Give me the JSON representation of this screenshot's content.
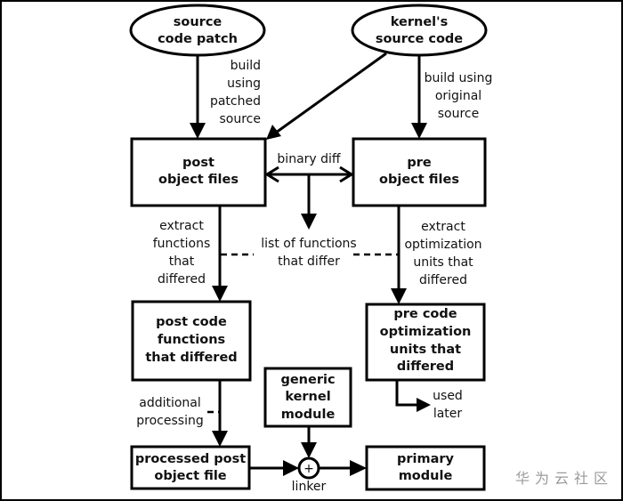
{
  "diagram": {
    "nodes": {
      "source_patch": {
        "shape": "ellipse",
        "lines": [
          "source",
          "code patch"
        ]
      },
      "kernel_source": {
        "shape": "ellipse",
        "lines": [
          "kernel's",
          "source code"
        ]
      },
      "post_objects": {
        "shape": "box",
        "lines": [
          "post",
          "object files"
        ]
      },
      "pre_objects": {
        "shape": "box",
        "lines": [
          "pre",
          "object files"
        ]
      },
      "post_functions": {
        "shape": "box",
        "lines": [
          "post code",
          "functions",
          "that differed"
        ]
      },
      "pre_units": {
        "shape": "box",
        "lines": [
          "pre code",
          "optimization",
          "units that",
          "differed"
        ]
      },
      "generic_module": {
        "shape": "box",
        "lines": [
          "generic",
          "kernel",
          "module"
        ]
      },
      "processed_post": {
        "shape": "box",
        "lines": [
          "processed post",
          "object file"
        ]
      },
      "primary_module": {
        "shape": "box",
        "lines": [
          "primary",
          "module"
        ]
      },
      "linker": {
        "shape": "circle",
        "symbol": "+",
        "label": "linker"
      }
    },
    "edge_labels": {
      "build_patched": [
        "build",
        "using",
        "patched",
        "source"
      ],
      "build_original": [
        "build using",
        "original",
        "source"
      ],
      "binary_diff": "binary diff",
      "list_of_functions": [
        "list of functions",
        "that differ"
      ],
      "extract_functions": [
        "extract",
        "functions",
        "that",
        "differed"
      ],
      "extract_units": [
        "extract",
        "optimization",
        "units that",
        "differed"
      ],
      "additional_processing": [
        "additional",
        "processing"
      ],
      "used_later": [
        "used",
        "later"
      ]
    },
    "edges": [
      {
        "from": "source_patch",
        "to": "post_objects",
        "label": "build_patched"
      },
      {
        "from": "kernel_source",
        "to": "post_objects"
      },
      {
        "from": "kernel_source",
        "to": "pre_objects",
        "label": "build_original"
      },
      {
        "from": "post_objects",
        "to": "pre_objects",
        "label": "binary_diff",
        "bidirectional": true
      },
      {
        "from": "binary_diff",
        "to": "list_of_functions"
      },
      {
        "from": "post_objects",
        "to": "post_functions",
        "label": "extract_functions"
      },
      {
        "from": "pre_objects",
        "to": "pre_units",
        "label": "extract_units"
      },
      {
        "from": "pre_units",
        "to": "used_later"
      },
      {
        "from": "post_functions",
        "to": "processed_post",
        "label": "additional_processing"
      },
      {
        "from": "processed_post",
        "to": "linker"
      },
      {
        "from": "generic_module",
        "to": "linker"
      },
      {
        "from": "linker",
        "to": "primary_module"
      }
    ]
  },
  "watermark": "华为云社区"
}
